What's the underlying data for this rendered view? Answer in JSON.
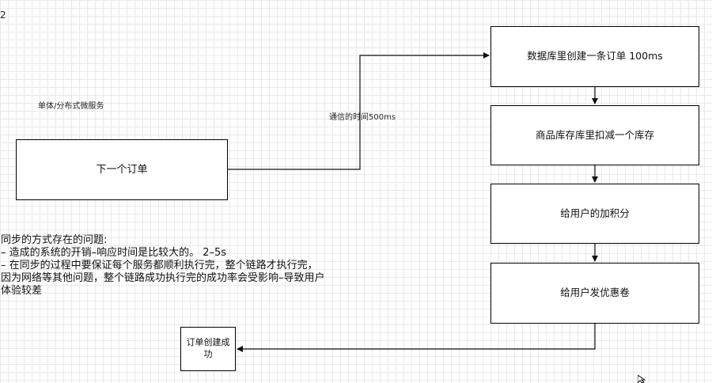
{
  "corner_mark": "2",
  "architecture_label": "单体/分布式微服务",
  "comm_label": "通信的时间500ms",
  "boxes": {
    "order": "下一个订单",
    "db": "数据库里创建一条订单 100ms",
    "stock": "商品库存库里扣减一个库存",
    "points": "给用户的加积分",
    "coupon": "给用户发优惠卷",
    "done": "订单创建成功"
  },
  "problems": {
    "title": "同步的方式存在的问题:",
    "line1": "– 造成的系统的开销–响应时间是比较大的。 2–5s",
    "line2": "– 在同步的过程中要保证每个服务都顺利执行完，整个链路才执行完，",
    "line3": "因为网络等其他问题，整个链路成功执行完的成功率会受影响–导致用户",
    "line4": "体验较差"
  },
  "colors": {
    "line": "#111111",
    "grid": "#e9e9e9",
    "box_border": "#000000"
  }
}
